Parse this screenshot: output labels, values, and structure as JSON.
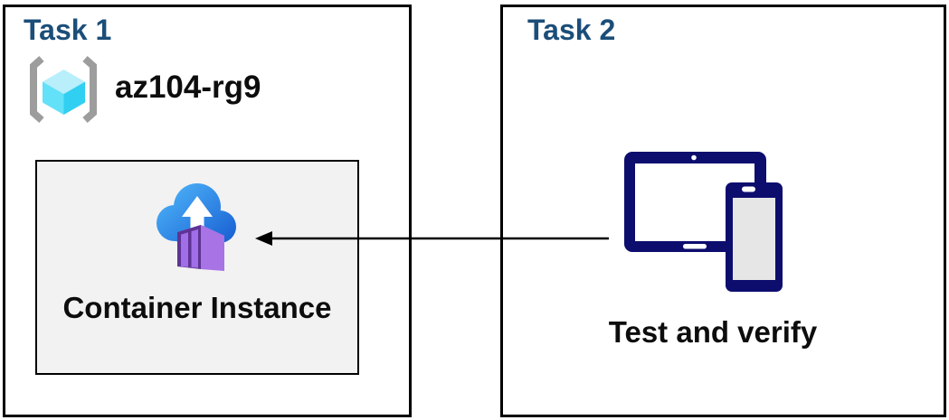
{
  "task1": {
    "title": "Task 1",
    "resource_group": {
      "icon": "resource-group-icon",
      "name": "az104-rg9"
    },
    "container_box": {
      "icon": "container-instance-icon",
      "label": "Container Instance"
    }
  },
  "task2": {
    "title": "Task 2",
    "devices": {
      "icon": "tablet-phone-icon",
      "label": "Test and verify"
    }
  },
  "arrow": {
    "from": "task2-devices",
    "to": "container-instance",
    "direction": "left"
  },
  "colors": {
    "header_blue": "#1b4e79",
    "text_black": "#0d0d0d",
    "box_border": "#000000",
    "gray_fill": "#f2f2f2",
    "navy": "#0d0d6e",
    "device_screen_gray": "#e6e6e6",
    "cloud_blue_light": "#44a5f2",
    "cloud_blue_dark": "#1a62d4",
    "cube_cyan_top": "#b9eefb",
    "cube_cyan_left": "#62e1f8",
    "cube_cyan_right": "#31cff2",
    "bracket_gray": "#9d9d9d",
    "container_purple_front": "#5e3394",
    "container_purple_panel": "#a06ee6",
    "container_purple_side": "#a873e4",
    "container_purple_top": "#c7a4f2"
  }
}
